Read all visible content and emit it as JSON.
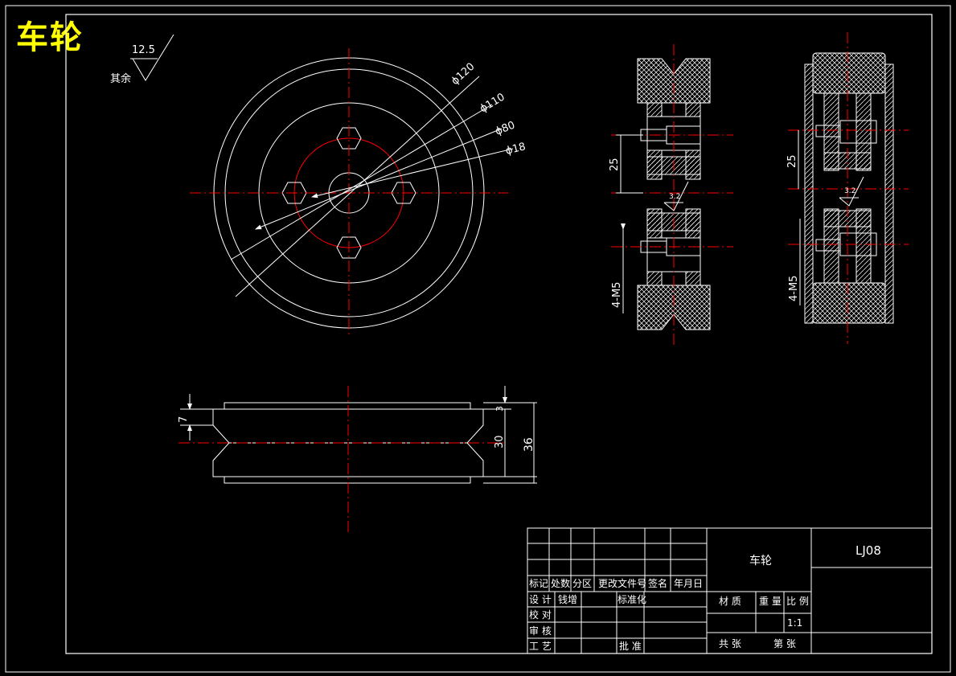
{
  "drawing": {
    "title": "车轮",
    "roughness": {
      "value": "12.5",
      "label": "其余"
    },
    "front_view": {
      "dims": [
        "ϕ120",
        "ϕ110",
        "ϕ80",
        "ϕ18"
      ]
    },
    "section_views": {
      "dim_pitch": "25",
      "thread": "4-M5",
      "surface_roughness": "3.2"
    },
    "side_view": {
      "dims": [
        "7",
        "3",
        "30",
        "36"
      ]
    }
  },
  "title_block": {
    "part_name": "车轮",
    "drawing_no": "LJ08",
    "headers": [
      "标记",
      "处数",
      "分区",
      "更改文件号",
      "签名",
      "年月日"
    ],
    "rows": [
      {
        "label": "设 计",
        "value": "钱增",
        "extra": "标准化"
      },
      {
        "label": "校 对",
        "value": "",
        "extra": ""
      },
      {
        "label": "审 核",
        "value": "",
        "extra": ""
      },
      {
        "label": "工 艺",
        "value": "",
        "extra": "批 准"
      }
    ],
    "material_label": "材 质",
    "weight_label": "重 量",
    "scale_label": "比 例",
    "scale_value": "1:1",
    "sheet_total_label": "共  张",
    "sheet_no_label": "第  张"
  },
  "colors": {
    "line": "#ffffff",
    "center": "#ff0000",
    "title": "#ffff00"
  }
}
